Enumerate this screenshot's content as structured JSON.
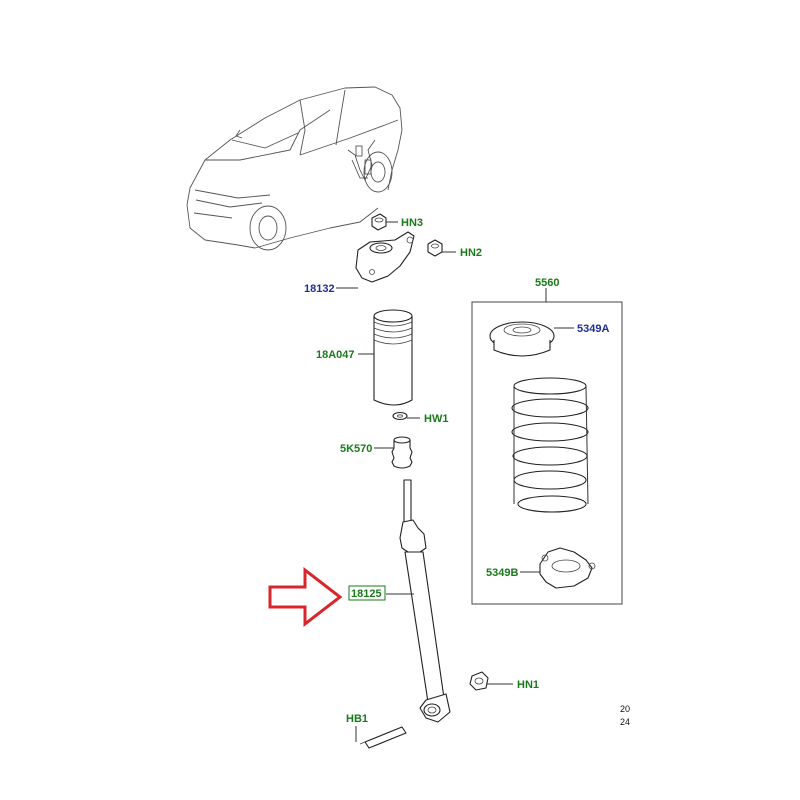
{
  "callouts": {
    "hn3": "HN3",
    "hn2": "HN2",
    "p18132": "18132",
    "p18a047": "18A047",
    "hw1": "HW1",
    "p5k570": "5K570",
    "p18125": "18125",
    "hn1": "HN1",
    "hb1": "HB1",
    "p5560": "5560",
    "p5349a": "5349A",
    "p5349b": "5349B"
  },
  "corner_text": [
    "20",
    "24"
  ],
  "colors": {
    "label_green": "#1a7a1a",
    "label_blue": "#1f2f9a",
    "highlight_arrow": "#d9262c",
    "highlight_box": "#1a7a1a"
  },
  "icons": [
    "vehicle-illustration",
    "highlight-arrow"
  ]
}
